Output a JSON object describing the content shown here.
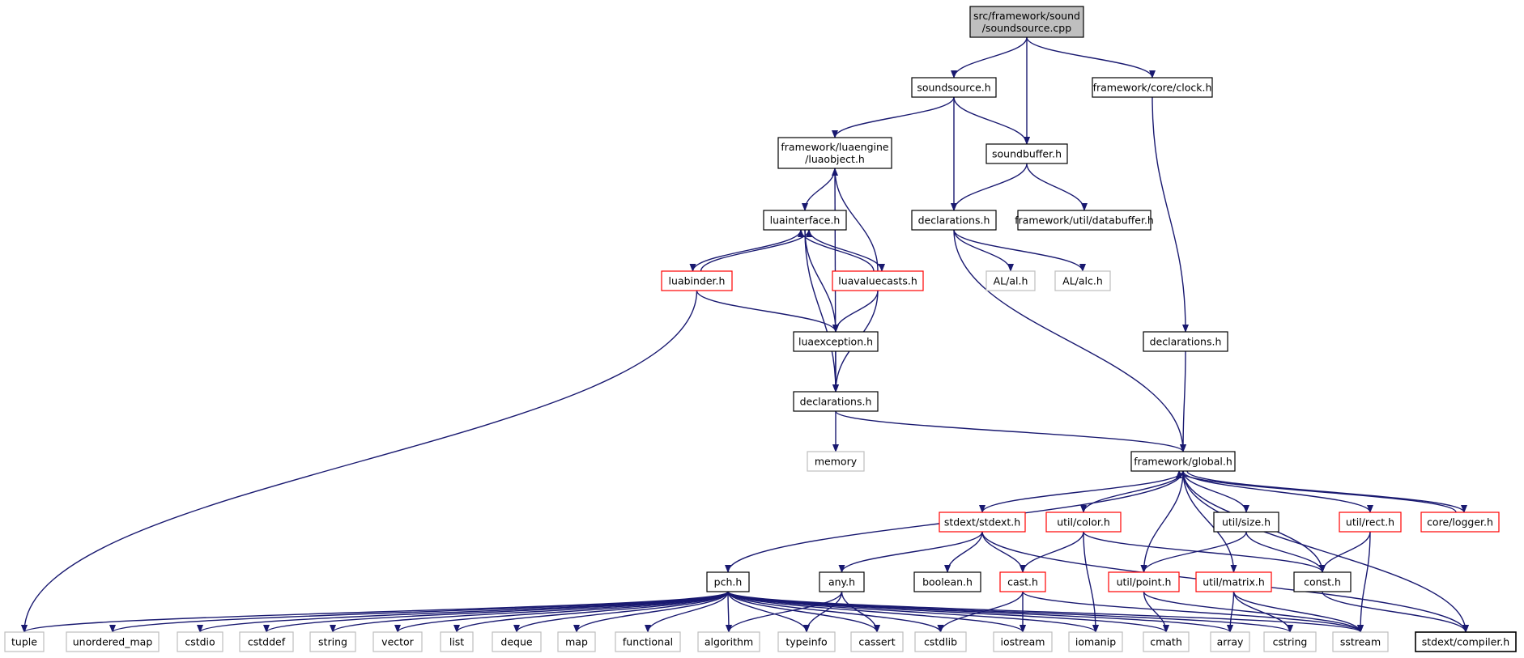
{
  "colors": {
    "edge": "#191970",
    "border_normal": "#000000",
    "border_incomplete": "#ff0000",
    "border_external": "#bfbfbf",
    "root_fill": "#bfbfbf",
    "node_fill": "#ffffff"
  },
  "nodes": [
    {
      "id": "root",
      "lines": [
        "src/framework/sound",
        "/soundsource.cpp"
      ],
      "kind": "root",
      "icon": "file-icon"
    },
    {
      "id": "soundsource_h",
      "lines": [
        "soundsource.h"
      ],
      "kind": "normal",
      "icon": "file-icon"
    },
    {
      "id": "clock_h",
      "lines": [
        "framework/core/clock.h"
      ],
      "kind": "normal",
      "icon": "file-icon"
    },
    {
      "id": "luaobject_h",
      "lines": [
        "framework/luaengine",
        "/luaobject.h"
      ],
      "kind": "normal",
      "icon": "file-icon"
    },
    {
      "id": "soundbuffer_h",
      "lines": [
        "soundbuffer.h"
      ],
      "kind": "normal",
      "icon": "file-icon"
    },
    {
      "id": "luainterface_h",
      "lines": [
        "luainterface.h"
      ],
      "kind": "normal",
      "icon": "file-icon"
    },
    {
      "id": "declarations_sound",
      "lines": [
        "declarations.h"
      ],
      "kind": "normal",
      "icon": "file-icon"
    },
    {
      "id": "databuffer_h",
      "lines": [
        "framework/util/databuffer.h"
      ],
      "kind": "normal",
      "icon": "file-icon"
    },
    {
      "id": "luabinder_h",
      "lines": [
        "luabinder.h"
      ],
      "kind": "incomplete",
      "icon": "file-icon"
    },
    {
      "id": "luavaluecasts_h",
      "lines": [
        "luavaluecasts.h"
      ],
      "kind": "incomplete",
      "icon": "file-icon"
    },
    {
      "id": "al_h",
      "lines": [
        "AL/al.h"
      ],
      "kind": "external",
      "icon": "file-icon"
    },
    {
      "id": "alc_h",
      "lines": [
        "AL/alc.h"
      ],
      "kind": "external",
      "icon": "file-icon"
    },
    {
      "id": "luaexception_h",
      "lines": [
        "luaexception.h"
      ],
      "kind": "normal",
      "icon": "file-icon"
    },
    {
      "id": "declarations_core",
      "lines": [
        "declarations.h"
      ],
      "kind": "normal",
      "icon": "file-icon"
    },
    {
      "id": "declarations_lua",
      "lines": [
        "declarations.h"
      ],
      "kind": "normal",
      "icon": "file-icon"
    },
    {
      "id": "memory",
      "lines": [
        "memory"
      ],
      "kind": "external",
      "icon": "file-icon"
    },
    {
      "id": "global_h",
      "lines": [
        "framework/global.h"
      ],
      "kind": "normal",
      "icon": "file-icon"
    },
    {
      "id": "stdext_h",
      "lines": [
        "stdext/stdext.h"
      ],
      "kind": "incomplete",
      "icon": "file-icon"
    },
    {
      "id": "color_h",
      "lines": [
        "util/color.h"
      ],
      "kind": "incomplete",
      "icon": "file-icon"
    },
    {
      "id": "size_h",
      "lines": [
        "util/size.h"
      ],
      "kind": "normal",
      "icon": "file-icon"
    },
    {
      "id": "rect_h",
      "lines": [
        "util/rect.h"
      ],
      "kind": "incomplete",
      "icon": "file-icon"
    },
    {
      "id": "logger_h",
      "lines": [
        "core/logger.h"
      ],
      "kind": "incomplete",
      "icon": "file-icon"
    },
    {
      "id": "pch_h",
      "lines": [
        "pch.h"
      ],
      "kind": "normal",
      "icon": "file-icon"
    },
    {
      "id": "any_h",
      "lines": [
        "any.h"
      ],
      "kind": "normal",
      "icon": "file-icon"
    },
    {
      "id": "boolean_h",
      "lines": [
        "boolean.h"
      ],
      "kind": "normal",
      "icon": "file-icon"
    },
    {
      "id": "cast_h",
      "lines": [
        "cast.h"
      ],
      "kind": "incomplete",
      "icon": "file-icon"
    },
    {
      "id": "point_h",
      "lines": [
        "util/point.h"
      ],
      "kind": "incomplete",
      "icon": "file-icon"
    },
    {
      "id": "matrix_h",
      "lines": [
        "util/matrix.h"
      ],
      "kind": "incomplete",
      "icon": "file-icon"
    },
    {
      "id": "const_h",
      "lines": [
        "const.h"
      ],
      "kind": "normal",
      "icon": "file-icon"
    },
    {
      "id": "tuple",
      "lines": [
        "tuple"
      ],
      "kind": "external",
      "icon": "file-icon"
    },
    {
      "id": "unordered_map",
      "lines": [
        "unordered_map"
      ],
      "kind": "external",
      "icon": "file-icon"
    },
    {
      "id": "cstdio",
      "lines": [
        "cstdio"
      ],
      "kind": "external",
      "icon": "file-icon"
    },
    {
      "id": "cstddef",
      "lines": [
        "cstddef"
      ],
      "kind": "external",
      "icon": "file-icon"
    },
    {
      "id": "string",
      "lines": [
        "string"
      ],
      "kind": "external",
      "icon": "file-icon"
    },
    {
      "id": "vector",
      "lines": [
        "vector"
      ],
      "kind": "external",
      "icon": "file-icon"
    },
    {
      "id": "list",
      "lines": [
        "list"
      ],
      "kind": "external",
      "icon": "file-icon"
    },
    {
      "id": "deque",
      "lines": [
        "deque"
      ],
      "kind": "external",
      "icon": "file-icon"
    },
    {
      "id": "map",
      "lines": [
        "map"
      ],
      "kind": "external",
      "icon": "file-icon"
    },
    {
      "id": "functional",
      "lines": [
        "functional"
      ],
      "kind": "external",
      "icon": "file-icon"
    },
    {
      "id": "algorithm",
      "lines": [
        "algorithm"
      ],
      "kind": "external",
      "icon": "file-icon"
    },
    {
      "id": "typeinfo",
      "lines": [
        "typeinfo"
      ],
      "kind": "external",
      "icon": "file-icon"
    },
    {
      "id": "cassert",
      "lines": [
        "cassert"
      ],
      "kind": "external",
      "icon": "file-icon"
    },
    {
      "id": "cstdlib",
      "lines": [
        "cstdlib"
      ],
      "kind": "external",
      "icon": "file-icon"
    },
    {
      "id": "iostream",
      "lines": [
        "iostream"
      ],
      "kind": "external",
      "icon": "file-icon"
    },
    {
      "id": "iomanip",
      "lines": [
        "iomanip"
      ],
      "kind": "external",
      "icon": "file-icon"
    },
    {
      "id": "cmath",
      "lines": [
        "cmath"
      ],
      "kind": "external",
      "icon": "file-icon"
    },
    {
      "id": "array",
      "lines": [
        "array"
      ],
      "kind": "external",
      "icon": "file-icon"
    },
    {
      "id": "cstring",
      "lines": [
        "cstring"
      ],
      "kind": "external",
      "icon": "file-icon"
    },
    {
      "id": "sstream",
      "lines": [
        "sstream"
      ],
      "kind": "external",
      "icon": "file-icon"
    },
    {
      "id": "compiler_h",
      "lines": [
        "stdext/compiler.h"
      ],
      "kind": "normal",
      "icon": "file-icon"
    }
  ],
  "edges": [
    [
      "root",
      "soundsource_h"
    ],
    [
      "root",
      "soundbuffer_h"
    ],
    [
      "root",
      "clock_h"
    ],
    [
      "soundsource_h",
      "luaobject_h"
    ],
    [
      "soundsource_h",
      "soundbuffer_h"
    ],
    [
      "soundsource_h",
      "declarations_sound"
    ],
    [
      "soundbuffer_h",
      "declarations_sound"
    ],
    [
      "soundbuffer_h",
      "databuffer_h"
    ],
    [
      "clock_h",
      "declarations_core"
    ],
    [
      "luaobject_h",
      "luainterface_h"
    ],
    [
      "luaobject_h",
      "declarations_lua"
    ],
    [
      "luainterface_h",
      "luabinder_h"
    ],
    [
      "luainterface_h",
      "luavaluecasts_h"
    ],
    [
      "luainterface_h",
      "luaexception_h"
    ],
    [
      "luainterface_h",
      "declarations_lua"
    ],
    [
      "luabinder_h",
      "luainterface_h"
    ],
    [
      "luabinder_h",
      "luaexception_h"
    ],
    [
      "luabinder_h",
      "tuple"
    ],
    [
      "luavaluecasts_h",
      "luainterface_h"
    ],
    [
      "luavaluecasts_h",
      "luaobject_h"
    ],
    [
      "luavaluecasts_h",
      "luaexception_h"
    ],
    [
      "luavaluecasts_h",
      "declarations_lua"
    ],
    [
      "luaexception_h",
      "declarations_lua"
    ],
    [
      "declarations_sound",
      "al_h"
    ],
    [
      "declarations_sound",
      "alc_h"
    ],
    [
      "declarations_sound",
      "global_h"
    ],
    [
      "declarations_lua",
      "memory"
    ],
    [
      "declarations_lua",
      "global_h"
    ],
    [
      "declarations_core",
      "global_h"
    ],
    [
      "global_h",
      "pch_h"
    ],
    [
      "global_h",
      "stdext_h"
    ],
    [
      "global_h",
      "color_h"
    ],
    [
      "global_h",
      "size_h"
    ],
    [
      "global_h",
      "rect_h"
    ],
    [
      "global_h",
      "logger_h"
    ],
    [
      "global_h",
      "point_h"
    ],
    [
      "global_h",
      "matrix_h"
    ],
    [
      "global_h",
      "const_h"
    ],
    [
      "global_h",
      "compiler_h"
    ],
    [
      "logger_h",
      "global_h"
    ],
    [
      "stdext_h",
      "any_h"
    ],
    [
      "stdext_h",
      "boolean_h"
    ],
    [
      "stdext_h",
      "cast_h"
    ],
    [
      "stdext_h",
      "compiler_h"
    ],
    [
      "color_h",
      "cast_h"
    ],
    [
      "color_h",
      "iomanip"
    ],
    [
      "color_h",
      "const_h"
    ],
    [
      "size_h",
      "point_h"
    ],
    [
      "size_h",
      "const_h"
    ],
    [
      "rect_h",
      "const_h"
    ],
    [
      "rect_h",
      "sstream"
    ],
    [
      "any_h",
      "algorithm"
    ],
    [
      "any_h",
      "typeinfo"
    ],
    [
      "any_h",
      "cassert"
    ],
    [
      "cast_h",
      "cstdlib"
    ],
    [
      "cast_h",
      "iostream"
    ],
    [
      "cast_h",
      "sstream"
    ],
    [
      "point_h",
      "cmath"
    ],
    [
      "point_h",
      "sstream"
    ],
    [
      "matrix_h",
      "array"
    ],
    [
      "matrix_h",
      "cstring"
    ],
    [
      "matrix_h",
      "sstream"
    ],
    [
      "const_h",
      "compiler_h"
    ],
    [
      "pch_h",
      "tuple"
    ],
    [
      "pch_h",
      "unordered_map"
    ],
    [
      "pch_h",
      "cstdio"
    ],
    [
      "pch_h",
      "cstddef"
    ],
    [
      "pch_h",
      "string"
    ],
    [
      "pch_h",
      "vector"
    ],
    [
      "pch_h",
      "list"
    ],
    [
      "pch_h",
      "deque"
    ],
    [
      "pch_h",
      "map"
    ],
    [
      "pch_h",
      "functional"
    ],
    [
      "pch_h",
      "algorithm"
    ],
    [
      "pch_h",
      "typeinfo"
    ],
    [
      "pch_h",
      "cassert"
    ],
    [
      "pch_h",
      "cstdlib"
    ],
    [
      "pch_h",
      "iostream"
    ],
    [
      "pch_h",
      "iomanip"
    ],
    [
      "pch_h",
      "cmath"
    ],
    [
      "pch_h",
      "array"
    ],
    [
      "pch_h",
      "cstring"
    ],
    [
      "pch_h",
      "sstream"
    ]
  ]
}
